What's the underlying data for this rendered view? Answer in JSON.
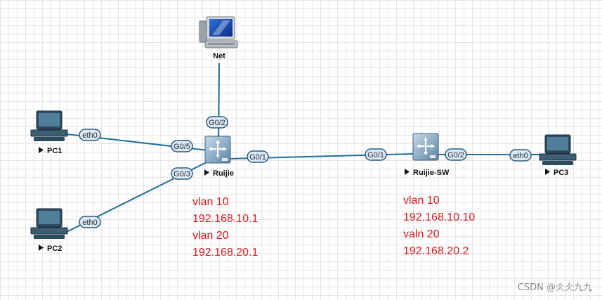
{
  "devices": {
    "net": {
      "label": "Net",
      "icon": "monitor-icon"
    },
    "pc1": {
      "label": "PC1",
      "icon": "pc-icon"
    },
    "pc2": {
      "label": "PC2",
      "icon": "pc-icon"
    },
    "pc3": {
      "label": "PC3",
      "icon": "pc-icon"
    },
    "ruijie": {
      "label": "Ruijie",
      "icon": "switch-icon"
    },
    "ruijie_sw": {
      "label": "Ruijie-SW",
      "icon": "switch-icon"
    }
  },
  "ports": {
    "pc1_eth0": "eth0",
    "pc2_eth0": "eth0",
    "pc3_eth0": "eth0",
    "ruijie_g05": "G0/5",
    "ruijie_g03": "G0/3",
    "ruijie_g02": "G0/2",
    "ruijie_g01": "G0/1",
    "sw_g01": "G0/1",
    "sw_g02": "G0/2"
  },
  "notes": {
    "ruijie": [
      "vlan 10",
      "192.168.10.1",
      "vlan 20",
      "192.168.20.1"
    ],
    "ruijie_sw": [
      "vlan 10",
      "192.168.10.10",
      "valn 20",
      "192.168.20.2"
    ]
  },
  "watermark": "CSDN @仌仌九九",
  "colors": {
    "link": "#1f6e9e",
    "note": "#e0191b",
    "port_border": "#2a5d82",
    "port_fill": "#dce7f0"
  }
}
